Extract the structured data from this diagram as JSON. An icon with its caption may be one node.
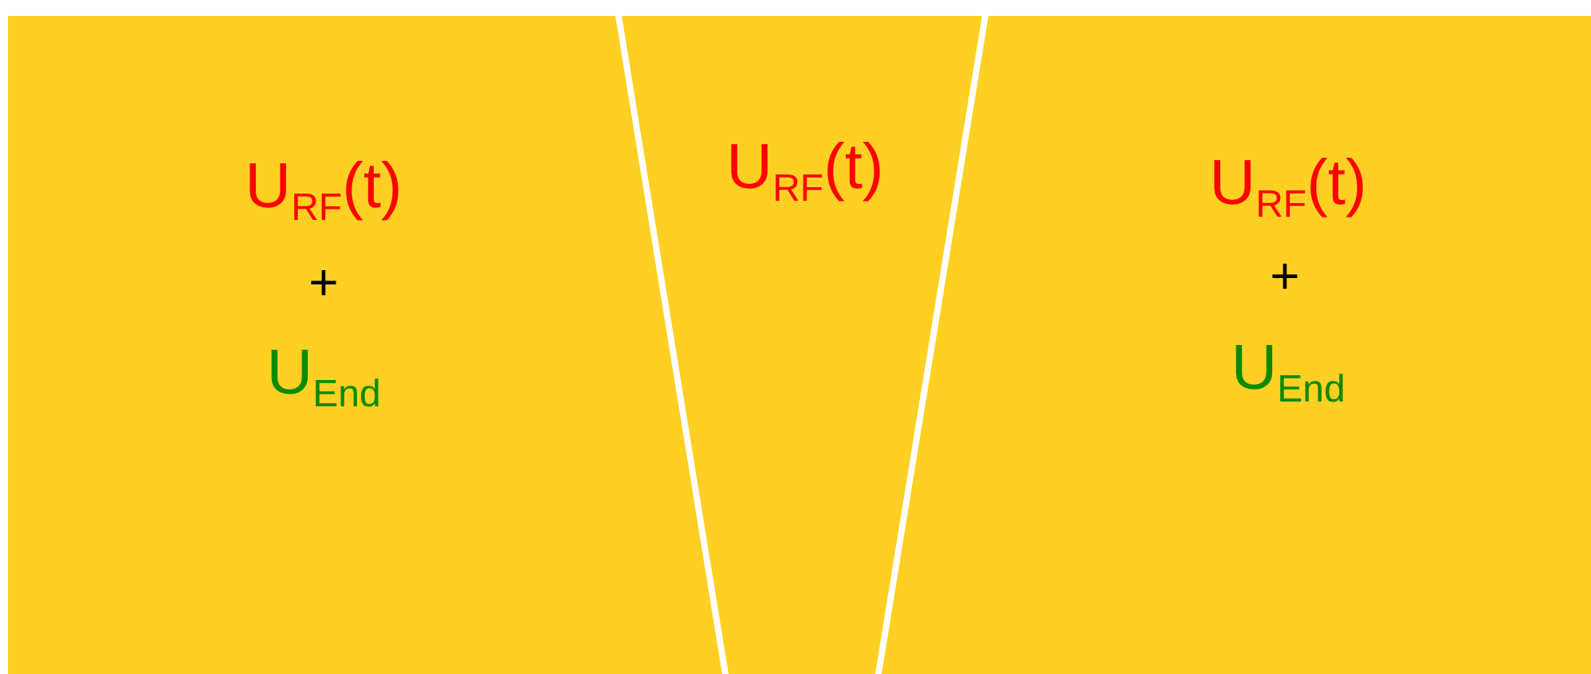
{
  "diagram": {
    "nodes": [
      {
        "text": [
          "U$_{RF}$(t)",
          "+",
          "U$_{End}$"
        ]
      },
      {
        "text": [
          "U$_{RF}$(t)"
        ]
      },
      {
        "text": [
          "U$_{RF}$(t)",
          "+",
          "U$_{End}$"
        ]
      }
    ]
  }
}
